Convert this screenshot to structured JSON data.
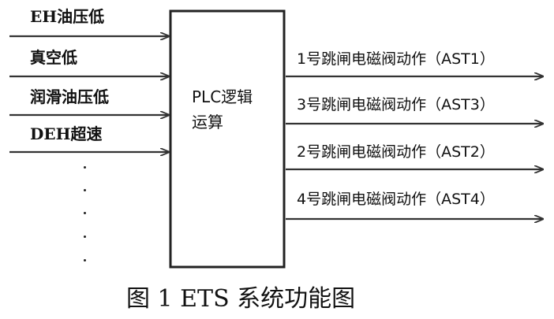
{
  "inputs": [
    {
      "label": "EH油压低"
    },
    {
      "label": "真空低"
    },
    {
      "label": "润滑油压低"
    },
    {
      "label": "DEH超速"
    }
  ],
  "ellipsis_dot_count": 5,
  "center_box": {
    "line1": "PLC逻辑",
    "line2": "运算"
  },
  "outputs": [
    {
      "label": "1号跳闸电磁阀动作（AST1）"
    },
    {
      "label": "3号跳闸电磁阀动作（AST3）"
    },
    {
      "label": "2号跳闸电磁阀动作（AST2）"
    },
    {
      "label": "4号跳闸电磁阀动作（AST4）"
    }
  ],
  "caption": "图 1 ETS 系统功能图",
  "colors": {
    "line": "#333333",
    "text": "#111111"
  }
}
